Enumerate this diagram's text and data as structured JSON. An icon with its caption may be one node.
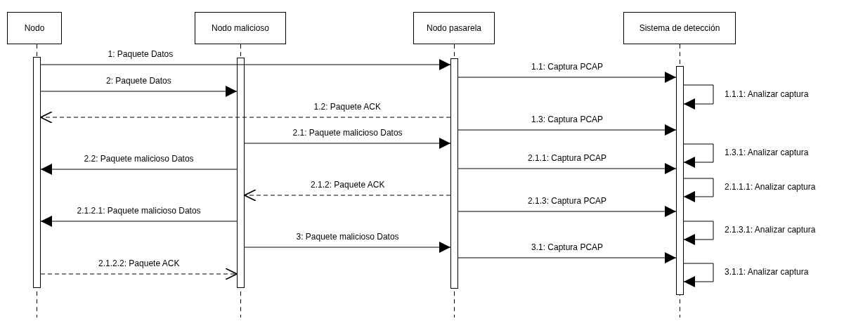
{
  "diagram": {
    "nodes": [
      {
        "text": [
          "Nodo"
        ]
      },
      {
        "text": [
          "Nodo malicioso"
        ]
      },
      {
        "text": [
          "Nodo pasarela"
        ]
      },
      {
        "text": [
          "Sistema de detección"
        ]
      },
      {
        "text": [],
        "shape": "bar"
      },
      {
        "text": [],
        "shape": "bar"
      },
      {
        "text": [],
        "shape": "bar"
      },
      {
        "text": [],
        "shape": "bar"
      }
    ],
    "edges": [
      {
        "from": 4,
        "to": 6,
        "arrow": "to",
        "label": "1: Paquete Datos"
      },
      {
        "from": 6,
        "to": 7,
        "arrow": "to",
        "label": "1.1: Captura PCAP"
      },
      {
        "from": 7,
        "to": 7,
        "arrow": "to",
        "label": "1.1.1: Analizar captura"
      },
      {
        "from": 4,
        "to": 5,
        "arrow": "to",
        "label": "2: Paquete Datos"
      },
      {
        "from": 6,
        "to": 4,
        "arrow": "to",
        "label": "1.2: Paquete ACK",
        "style": "dashed"
      },
      {
        "from": 6,
        "to": 7,
        "arrow": "to",
        "label": "1.3: Captura PCAP"
      },
      {
        "from": 5,
        "to": 6,
        "arrow": "to",
        "label": "2.1: Paquete malicioso Datos"
      },
      {
        "from": 7,
        "to": 7,
        "arrow": "to",
        "label": "1.3.1: Analizar captura"
      },
      {
        "from": 5,
        "to": 4,
        "arrow": "to",
        "label": "2.2: Paquete malicioso Datos"
      },
      {
        "from": 6,
        "to": 7,
        "arrow": "to",
        "label": "2.1.1: Captura PCAP"
      },
      {
        "from": 7,
        "to": 7,
        "arrow": "to",
        "label": "2.1.1.1: Analizar captura"
      },
      {
        "from": 6,
        "to": 5,
        "arrow": "to",
        "label": "2.1.2: Paquete ACK",
        "style": "dashed"
      },
      {
        "from": 6,
        "to": 7,
        "arrow": "to",
        "label": "2.1.3: Captura PCAP"
      },
      {
        "from": 5,
        "to": 4,
        "arrow": "to",
        "label": "2.1.2.1: Paquete malicioso Datos"
      },
      {
        "from": 7,
        "to": 7,
        "arrow": "to",
        "label": "2.1.3.1: Analizar captura"
      },
      {
        "from": 5,
        "to": 6,
        "arrow": "to",
        "label": "3: Paquete malicioso Datos"
      },
      {
        "from": 6,
        "to": 7,
        "arrow": "to",
        "label": "3.1: Captura PCAP"
      },
      {
        "from": 7,
        "to": 7,
        "arrow": "to",
        "label": "3.1.1: Analizar captura"
      },
      {
        "from": 4,
        "to": 5,
        "arrow": "to",
        "label": "2.1.2.2: Paquete ACK",
        "style": "dashed"
      }
    ]
  }
}
